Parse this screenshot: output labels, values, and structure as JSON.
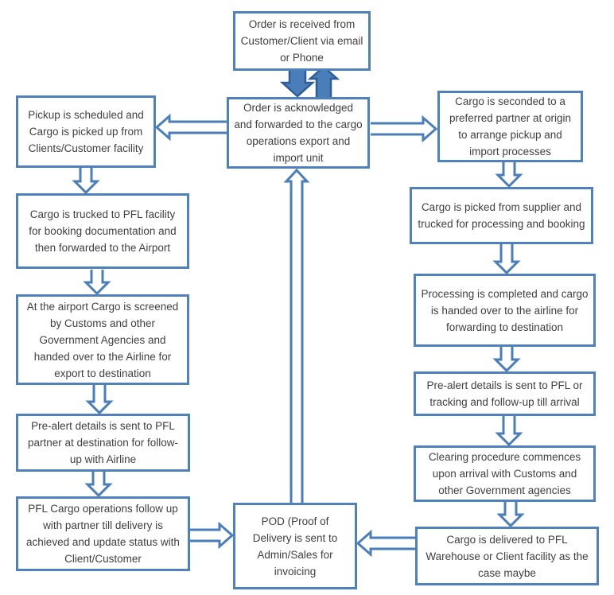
{
  "diagram": {
    "type": "flowchart",
    "nodes": {
      "order_received": "Order is received from Customer/Client via email or Phone",
      "order_acknowledged": "Order is acknowledged and forwarded to the cargo operations export and import unit",
      "pickup_scheduled": "Pickup is scheduled and Cargo is picked up from Clients/Customer facility",
      "cargo_trucked_pfl": "Cargo is trucked to PFL facility for booking documentation and then forwarded to the Airport",
      "airport_screening": "At the airport Cargo is screened by Customs and other Government Agencies and handed over to the Airline for export to destination",
      "prealert_destination": "Pre-alert details is sent to PFL partner at destination for follow-up with Airline",
      "pfl_followup_delivery": "PFL Cargo operations follow up with partner till delivery is achieved and update status with Client/Customer",
      "cargo_seconded": "Cargo is seconded to a preferred partner at origin to arrange pickup and import processes",
      "cargo_picked_supplier": "Cargo is picked from supplier and trucked for processing and booking",
      "processing_completed": "Processing is completed and cargo is handed over to the airline for forwarding to destination",
      "prealert_tracking": "Pre-alert details is sent to PFL or tracking and follow-up till arrival",
      "clearing_procedure": "Clearing procedure commences upon arrival with Customs and other Government agencies",
      "cargo_delivered": "Cargo is delivered to PFL Warehouse or Client facility as the case maybe",
      "pod_invoicing": "POD (Proof of Delivery is sent to Admin/Sales for invoicing"
    },
    "colors": {
      "box_border": "#4f81bd",
      "arrow_outline": "#4a7ebb",
      "arrow_fill": "#4a7ebb",
      "arrow_border": "#2e5c94",
      "text": "#3f3f3f",
      "background": "#ffffff"
    }
  }
}
